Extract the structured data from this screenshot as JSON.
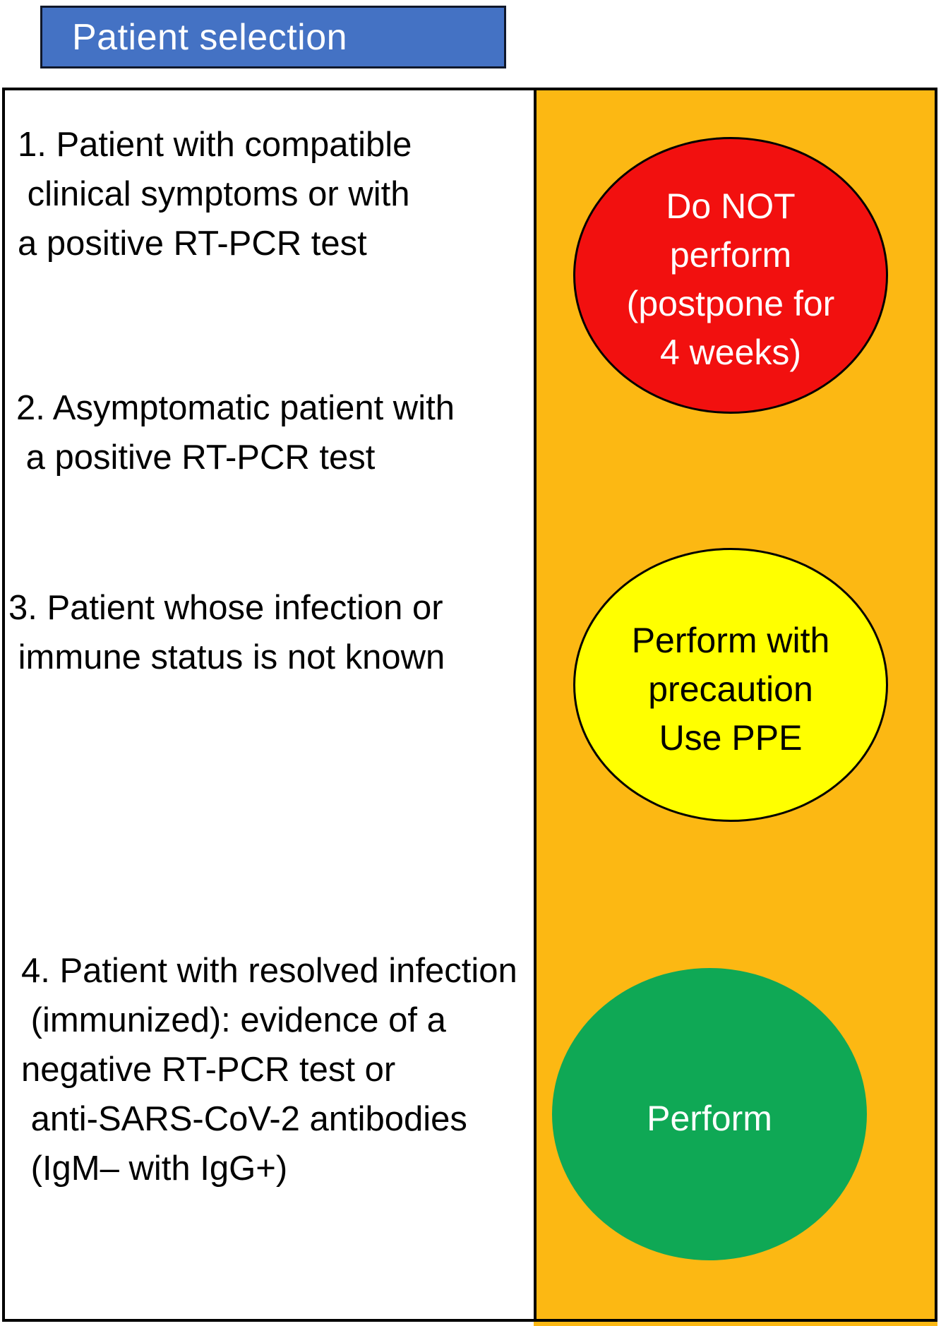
{
  "figure": {
    "title": "Patient selection"
  },
  "criteria": [
    {
      "text": "1. Patient with compatible\n clinical symptoms or with\na positive RT-PCR test"
    },
    {
      "text": "2. Asymptomatic patient with\n a positive RT-PCR test"
    },
    {
      "text": "3. Patient whose infection or\n immune status is not known"
    },
    {
      "text": "4. Patient with resolved infection\n (immunized): evidence of a\nnegative RT-PCR test or\n anti-SARS-CoV-2 antibodies\n (IgM– with IgG+)"
    }
  ],
  "outcomes": [
    {
      "name": "do-not-perform",
      "text": "Do NOT\nperform\n(postpone for\n4 weeks)",
      "color": "#f2100f",
      "text_color": "#ffffff"
    },
    {
      "name": "perform-with-precaution",
      "text": "Perform with\nprecaution\nUse PPE",
      "color": "#ffff00",
      "text_color": "#000000"
    },
    {
      "name": "perform",
      "text": "Perform",
      "color": "#0fa855",
      "text_color": "#ffffff"
    }
  ],
  "colors": {
    "header_fill": "#4472c4",
    "header_border": "#10182b",
    "panel_right_fill": "#fcb813",
    "frame_border": "#000000"
  }
}
